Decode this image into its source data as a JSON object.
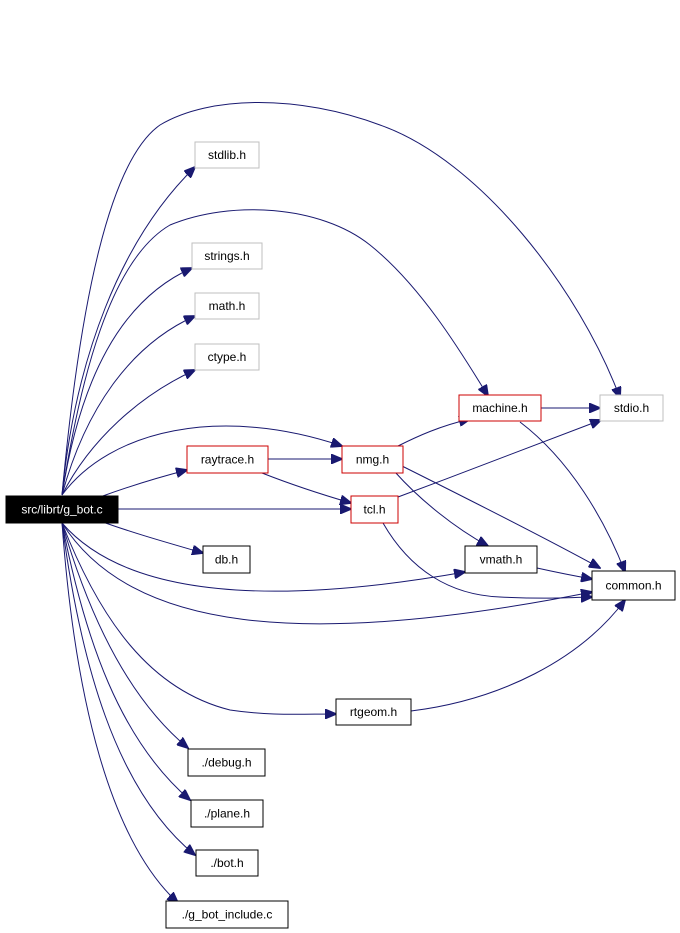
{
  "nodes": {
    "root": "src/librt/g_bot.c",
    "stdlib": "stdlib.h",
    "strings": "strings.h",
    "math": "math.h",
    "ctype": "ctype.h",
    "stdio": "stdio.h",
    "machine": "machine.h",
    "raytrace": "raytrace.h",
    "nmg": "nmg.h",
    "tcl": "tcl.h",
    "db": "db.h",
    "vmath": "vmath.h",
    "common": "common.h",
    "rtgeom": "rtgeom.h",
    "debug": "./debug.h",
    "plane": "./plane.h",
    "bot": "./bot.h",
    "include": "./g_bot_include.c"
  },
  "colors": {
    "edge": "#191970",
    "documented_border": "#cc0000",
    "undocumented_border": "#000000",
    "system_header_border": "#bfbfbf",
    "root_fill": "#000000",
    "root_text": "#ffffff"
  }
}
